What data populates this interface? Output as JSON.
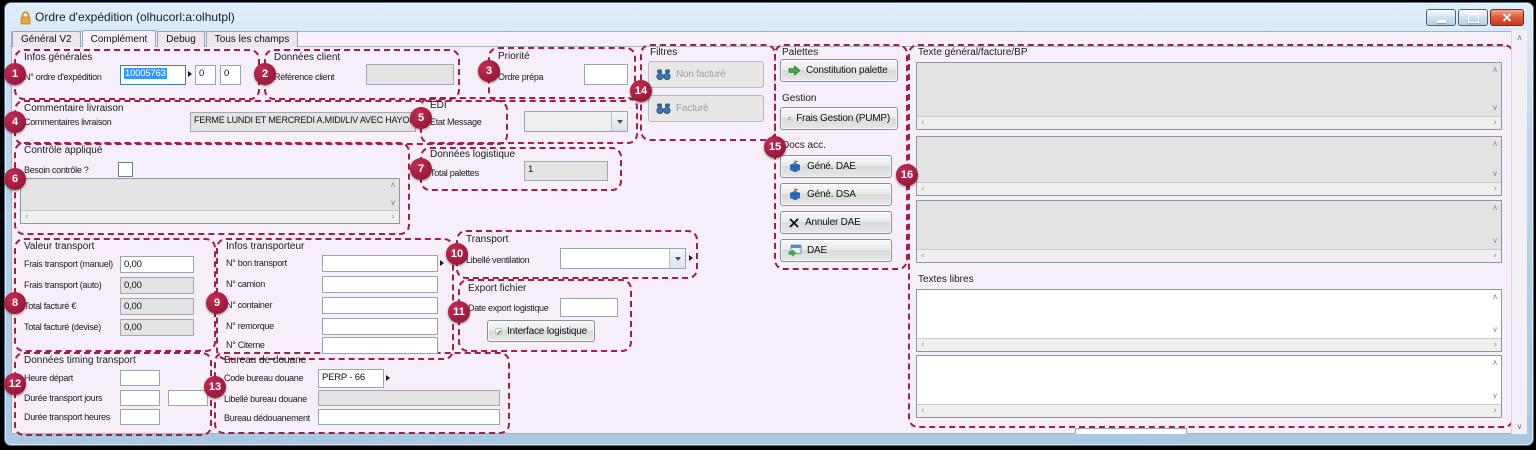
{
  "window": {
    "title": "Ordre d'expédition (olhucorl:a:olhutpl)"
  },
  "tabs": [
    {
      "label": "Général V2",
      "active": false
    },
    {
      "label": "Complément",
      "active": true
    },
    {
      "label": "Debug",
      "active": false
    },
    {
      "label": "Tous les champs",
      "active": false
    }
  ],
  "annotations": [
    "1",
    "2",
    "3",
    "4",
    "5",
    "6",
    "7",
    "8",
    "9",
    "10",
    "11",
    "12",
    "13",
    "14",
    "15",
    "16"
  ],
  "colors": {
    "annotation_accent": "#A81E42",
    "selection_blue": "#3399FF"
  },
  "icons": {
    "up": "∧",
    "down": "∨",
    "left": "‹",
    "right": "›"
  },
  "sections": {
    "infos_generales": {
      "title": "Infos générales",
      "order_label": "N° ordre d'expédition",
      "order_value": "10005763",
      "sub1": "0",
      "sub2": "0"
    },
    "donnees_client": {
      "title": "Données client",
      "ref_label": "Référence client",
      "ref_value": ""
    },
    "priorite": {
      "title": "Priorité",
      "label": "Ordre prépa",
      "value": ""
    },
    "commentaire": {
      "title": "Commentaire livraison",
      "label": "Commentaires livraison",
      "value": "FERME LUNDI ET MERCREDI A.MIDI/LIV AVEC HAYON+TRANSPALE"
    },
    "edi": {
      "title": "EDI",
      "label": "Etat Message",
      "value": ""
    },
    "controle": {
      "title": "Contrôle appliqué",
      "label": "Besoin contrôle ?",
      "checked": false,
      "notes": ""
    },
    "logistique": {
      "title": "Données logistique",
      "label": "Total palettes",
      "value": "1"
    },
    "valeur_transport": {
      "title": "Valeur transport",
      "rows": [
        {
          "label": "Frais transport (manuel)",
          "value": "0,00",
          "readonly": false
        },
        {
          "label": "Frais transport (auto)",
          "value": "0,00",
          "readonly": true
        },
        {
          "label": "Total facturé €",
          "value": "0,00",
          "readonly": true
        },
        {
          "label": "Total facturé (devise)",
          "value": "0,00",
          "readonly": true
        }
      ]
    },
    "infos_transporteur": {
      "title": "Infos transporteur",
      "rows": [
        {
          "label": "N° bon transport",
          "value": ""
        },
        {
          "label": "N° camion",
          "value": ""
        },
        {
          "label": "N° container",
          "value": ""
        },
        {
          "label": "N° remorque",
          "value": ""
        },
        {
          "label": "N° Citerne",
          "value": ""
        }
      ]
    },
    "transport": {
      "title": "Transport",
      "label": "Libellé ventilation",
      "value": ""
    },
    "export_fichier": {
      "title": "Export fichier",
      "date_label": "Date export logistique",
      "date_value": "",
      "button": "Interface logistique"
    },
    "timing": {
      "title": "Données timing transport",
      "rows": [
        {
          "label": "Heure départ",
          "value": ""
        },
        {
          "label": "Durée transport jours",
          "value": "",
          "value2": ""
        },
        {
          "label": "Durée transport heures",
          "value": ""
        }
      ]
    },
    "douane": {
      "title": "Bureau de douane",
      "code_label": "Code bureau douane",
      "code_value": "PERP - 66",
      "libelle_label": "Libellé bureau douane",
      "libelle_value": "",
      "bureau_label": "Bureau dédouanement",
      "bureau_value": ""
    },
    "filtres": {
      "title": "Filtres",
      "btn_non_facture": "Non facturé",
      "btn_facture": "Facturé"
    },
    "palettes": {
      "title": "Palettes",
      "btn_constitution": "Constitution palette",
      "gestion_title": "Gestion",
      "btn_frais": "Frais Gestion (PUMP)",
      "docs_title": "Docs acc.",
      "btn_gene_dae": "Géné. DAE",
      "btn_gene_dsa": "Géné. DSA",
      "btn_annuler_dae": "Annuler DAE",
      "btn_dae": "DAE"
    },
    "textes": {
      "title": "Texte général/facture/BP",
      "libres_title": "Textes libres",
      "text1": "",
      "text2": "",
      "text3": "",
      "libre1": "",
      "libre2": ""
    }
  }
}
